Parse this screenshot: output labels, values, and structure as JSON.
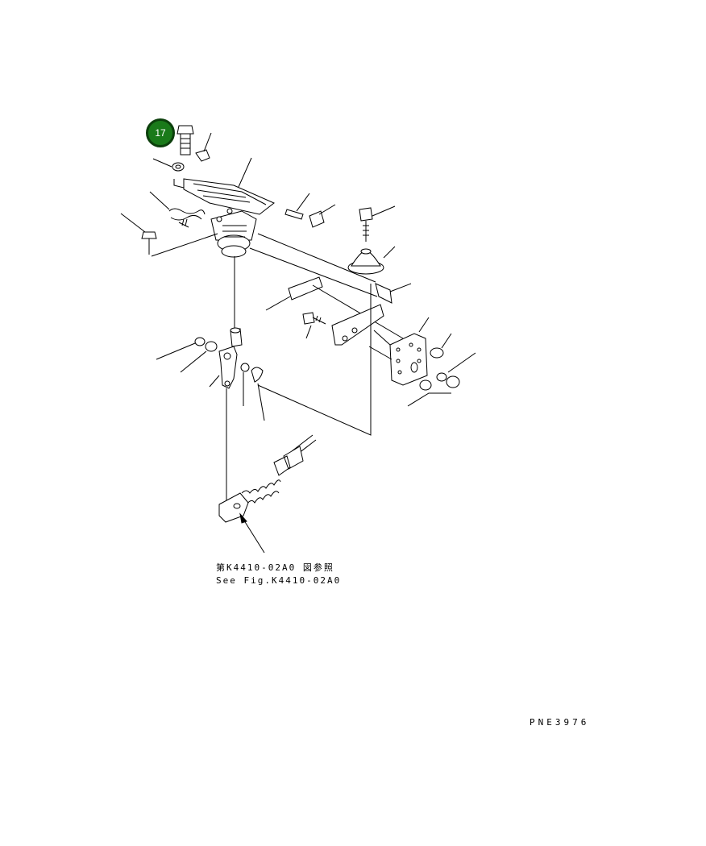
{
  "diagram": {
    "callout": {
      "label": "17",
      "color": "#1a7a1a"
    },
    "reference": {
      "japanese": "第K4410-02A0 図参照",
      "english": "See Fig.K4410-02A0"
    },
    "drawing_code": "PNE3976"
  }
}
